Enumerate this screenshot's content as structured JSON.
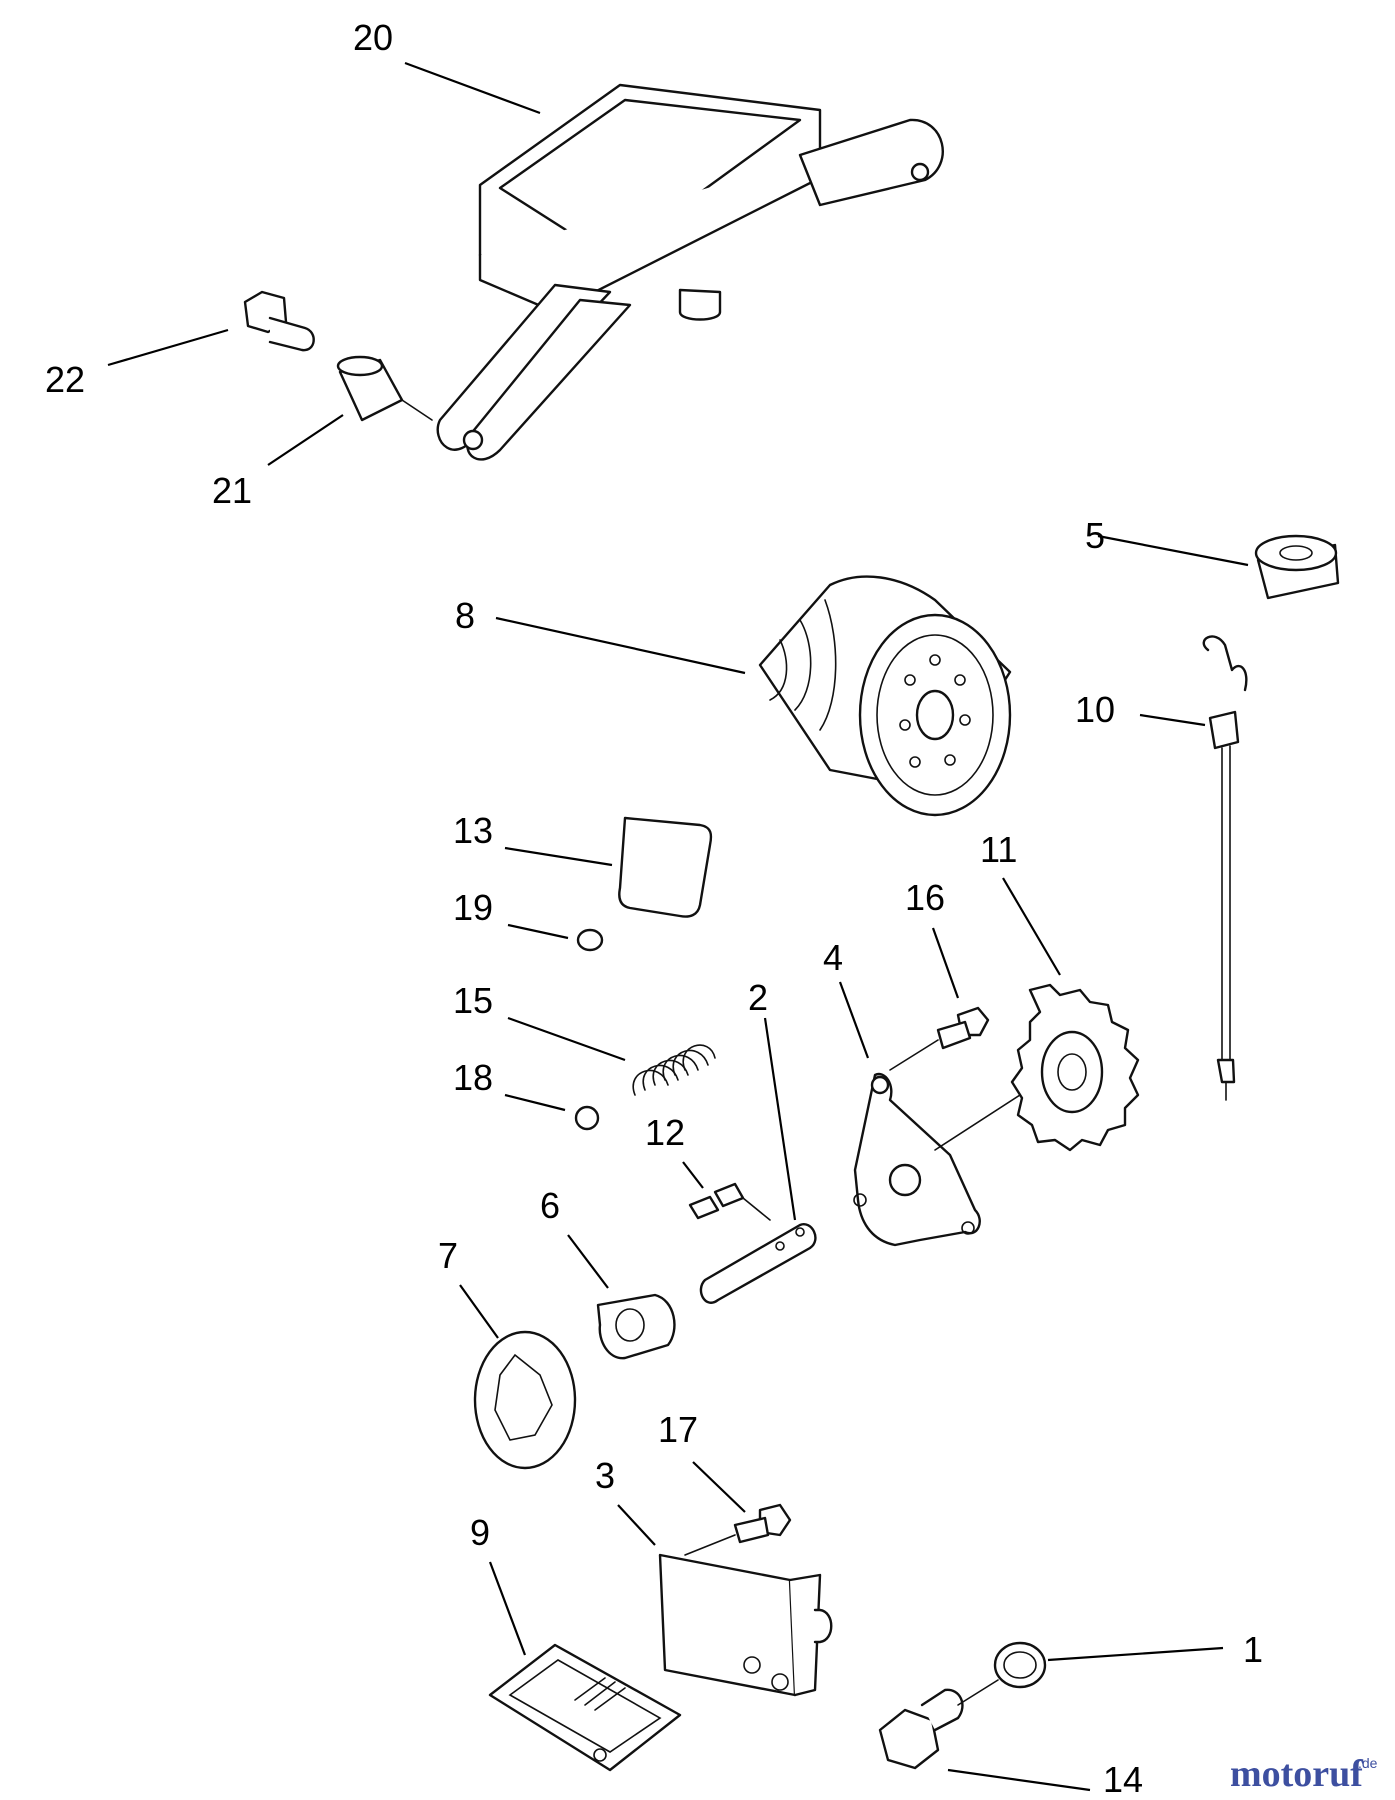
{
  "callouts": [
    "1",
    "2",
    "3",
    "4",
    "5",
    "6",
    "7",
    "8",
    "9",
    "10",
    "11",
    "12",
    "13",
    "14",
    "15",
    "16",
    "17",
    "18",
    "19",
    "20",
    "21",
    "22"
  ],
  "watermark": {
    "main": "motoruf",
    "suffix": ".de",
    "color_a": "#3d4fa0",
    "color_b": "#7fbf3f"
  }
}
